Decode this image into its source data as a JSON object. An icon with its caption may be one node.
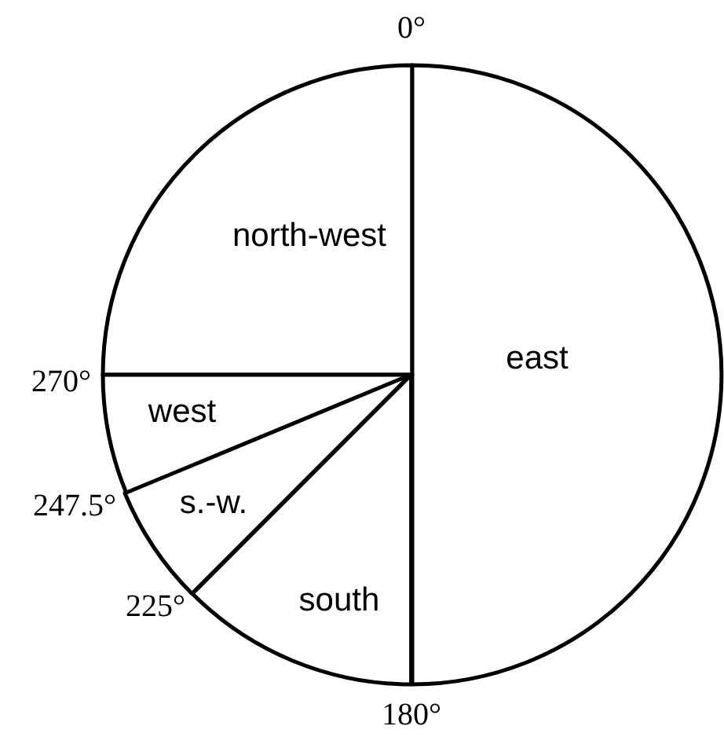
{
  "diagram": {
    "nodes": [
      {
        "text": [
          "north-west"
        ]
      },
      {
        "text": [
          "east"
        ]
      },
      {
        "text": [
          "west"
        ]
      },
      {
        "text": [
          "s.-w."
        ]
      },
      {
        "text": [
          "south"
        ]
      }
    ],
    "labels": [
      "0°",
      "270°",
      "247.5°",
      "225°",
      "180°"
    ]
  }
}
